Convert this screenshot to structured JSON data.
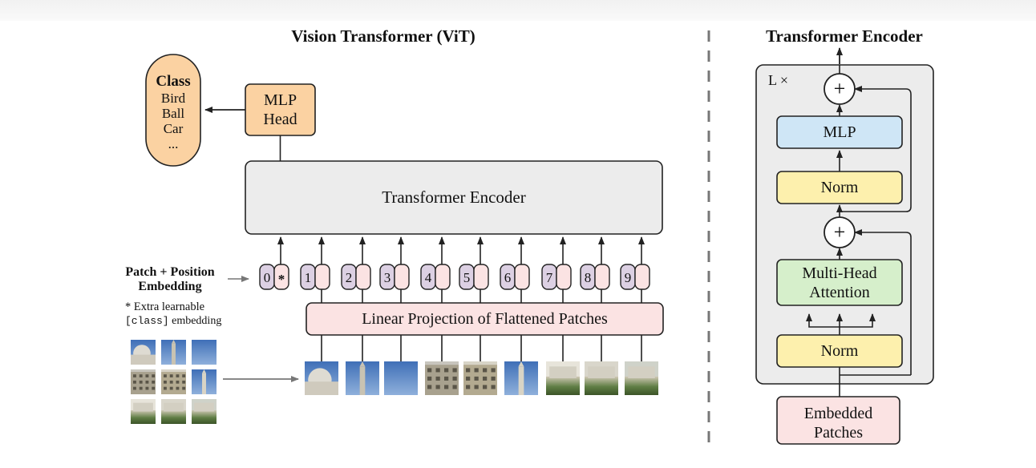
{
  "vit": {
    "title": "Vision Transformer (ViT)",
    "class_box": {
      "heading": "Class",
      "items": [
        "Bird",
        "Ball",
        "Car",
        "..."
      ]
    },
    "mlp_head": [
      "MLP",
      "Head"
    ],
    "encoder_label": "Transformer Encoder",
    "embedding_label": [
      "Patch + Position",
      "Embedding"
    ],
    "extra_note": {
      "line1": "* Extra learnable",
      "code": "[class]",
      "rest": " embedding"
    },
    "tokens": [
      "0",
      "1",
      "2",
      "3",
      "4",
      "5",
      "6",
      "7",
      "8",
      "9"
    ],
    "class_token_mark": "*",
    "linear_projection": "Linear Projection of Flattened Patches"
  },
  "encoder_detail": {
    "title": "Transformer Encoder",
    "repeat_label": "L ×",
    "plus": "+",
    "mlp": "MLP",
    "norm": "Norm",
    "attention": [
      "Multi-Head",
      "Attention"
    ],
    "embedded_patches": [
      "Embedded",
      "Patches"
    ]
  },
  "colors": {
    "orange": "#fbd2a2",
    "gray_box": "#ececec",
    "pink": "#fbe3e3",
    "purple": "#dcd0e3",
    "blue": "#cfe6f6",
    "yellow": "#fdf0ad",
    "green": "#d6efcb",
    "outline": "#222222"
  }
}
